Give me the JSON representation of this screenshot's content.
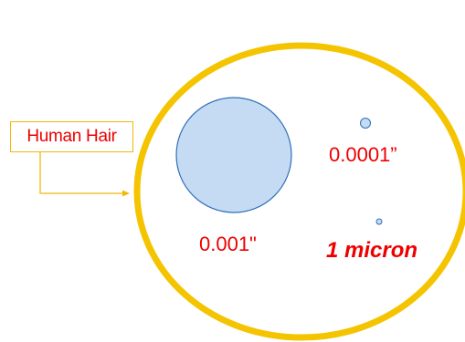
{
  "labels": {
    "human_hair": "Human Hair",
    "hair_size": "0.001\"",
    "medium_size": "0.0001”",
    "micron": "1 micron"
  },
  "colors": {
    "ring": "#f5c400",
    "hair_fill": "#c5daf3",
    "hair_stroke": "#2f6fb8",
    "small_fill": "#c5daf3",
    "small_stroke": "#2f6fb8",
    "text_red": "#ee0000",
    "callout_line": "#f1b80b"
  },
  "icons": {
    "callout_arrow": "arrow-right-icon"
  }
}
